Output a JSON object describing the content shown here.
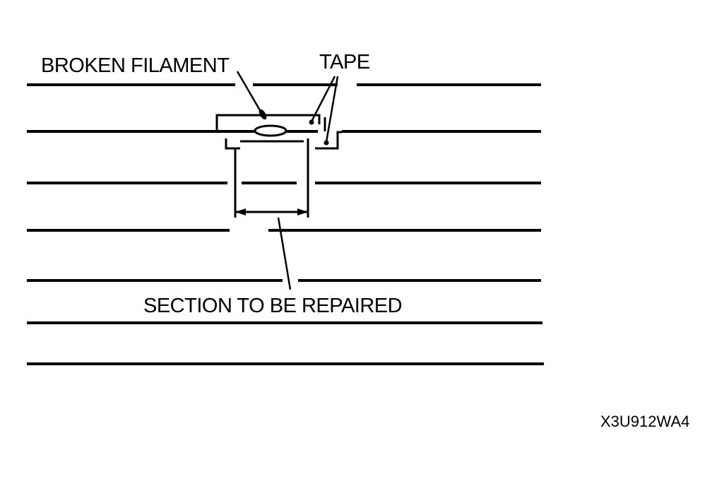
{
  "labels": {
    "broken_filament": "BROKEN FILAMENT",
    "tape": "TAPE",
    "section_to_be_repaired": "SECTION TO BE REPAIRED",
    "figure_code": "X3U912WA4"
  },
  "colors": {
    "ink": "#000000",
    "background": "#ffffff"
  }
}
